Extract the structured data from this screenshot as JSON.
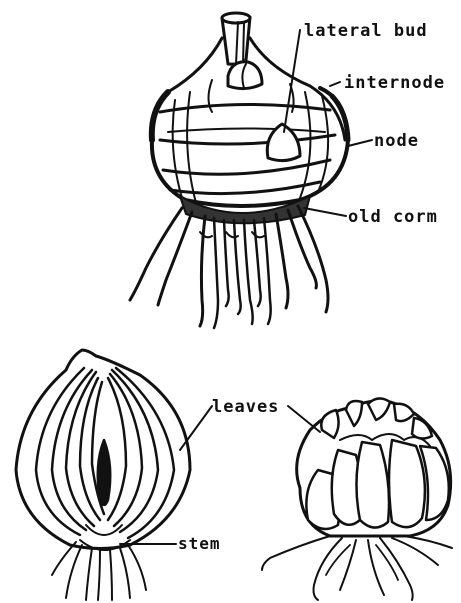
{
  "labels": {
    "lateral_bud": "lateral bud",
    "internode": "internode",
    "node": "node",
    "old_corm": "old corm",
    "leaves": "leaves",
    "stem": "stem"
  },
  "colors": {
    "ink": "#111111",
    "paper": "#ffffff"
  }
}
